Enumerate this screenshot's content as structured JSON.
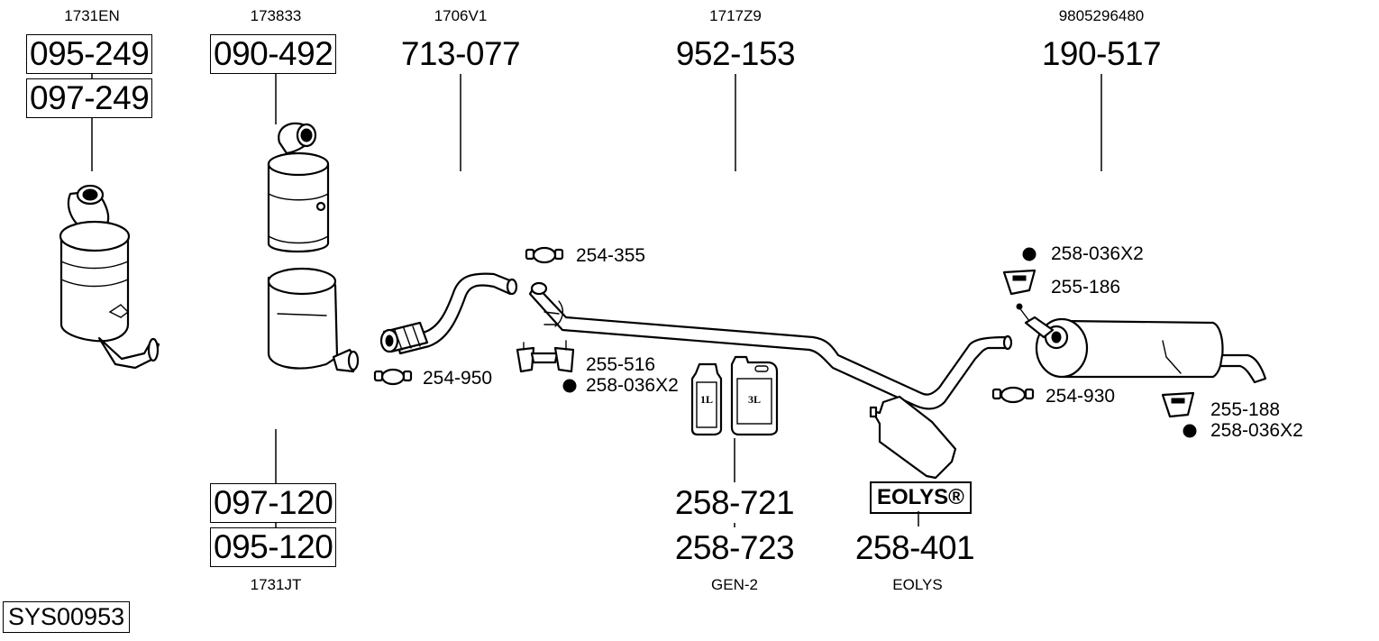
{
  "diagram": {
    "system_id": "SYS00953",
    "columns": [
      {
        "oem_code": "1731EN",
        "part_numbers": [
          "095-249",
          "097-249"
        ],
        "component": "diesel-particulate-filter"
      },
      {
        "oem_code": "173833",
        "part_numbers": [
          "090-492"
        ],
        "component": "catalytic-converter"
      },
      {
        "oem_code": "1706V1",
        "part_numbers": [
          "713-077"
        ],
        "component": "front-pipe"
      },
      {
        "oem_code": "1717Z9",
        "part_numbers": [
          "952-153"
        ],
        "component": "middle-pipe"
      },
      {
        "oem_code": "9805296480",
        "part_numbers": [
          "190-517"
        ],
        "component": "rear-silencer"
      }
    ],
    "bottom_groups": [
      {
        "part_numbers": [
          "097-120",
          "095-120"
        ],
        "oem_code": "1731JT",
        "component": "particulate-filter"
      },
      {
        "part_numbers": [
          "258-721",
          "258-723"
        ],
        "oem_code": "GEN-2",
        "component": "additive-fluid",
        "bottle_labels": [
          "1L",
          "3L"
        ]
      },
      {
        "part_numbers": [
          "258-401"
        ],
        "oem_code": "EOLYS",
        "component": "additive-bag",
        "brand_box": "EOLYS®"
      }
    ],
    "accessories": [
      {
        "id": "clamp-254-355",
        "label": "254-355",
        "type": "clamp"
      },
      {
        "id": "clamp-254-950",
        "label": "254-950",
        "type": "clamp"
      },
      {
        "id": "mount-255-516",
        "label": "255-516",
        "type": "rubber-mount"
      },
      {
        "id": "nut-258-036x2-a",
        "label": "258-036X2",
        "type": "nut"
      },
      {
        "id": "nut-258-036x2-b",
        "label": "258-036X2",
        "type": "nut"
      },
      {
        "id": "mount-255-186",
        "label": "255-186",
        "type": "rubber-mount"
      },
      {
        "id": "clamp-254-930",
        "label": "254-930",
        "type": "clamp"
      },
      {
        "id": "mount-255-188",
        "label": "255-188",
        "type": "rubber-mount"
      },
      {
        "id": "nut-258-036x2-c",
        "label": "258-036X2",
        "type": "nut"
      }
    ]
  }
}
